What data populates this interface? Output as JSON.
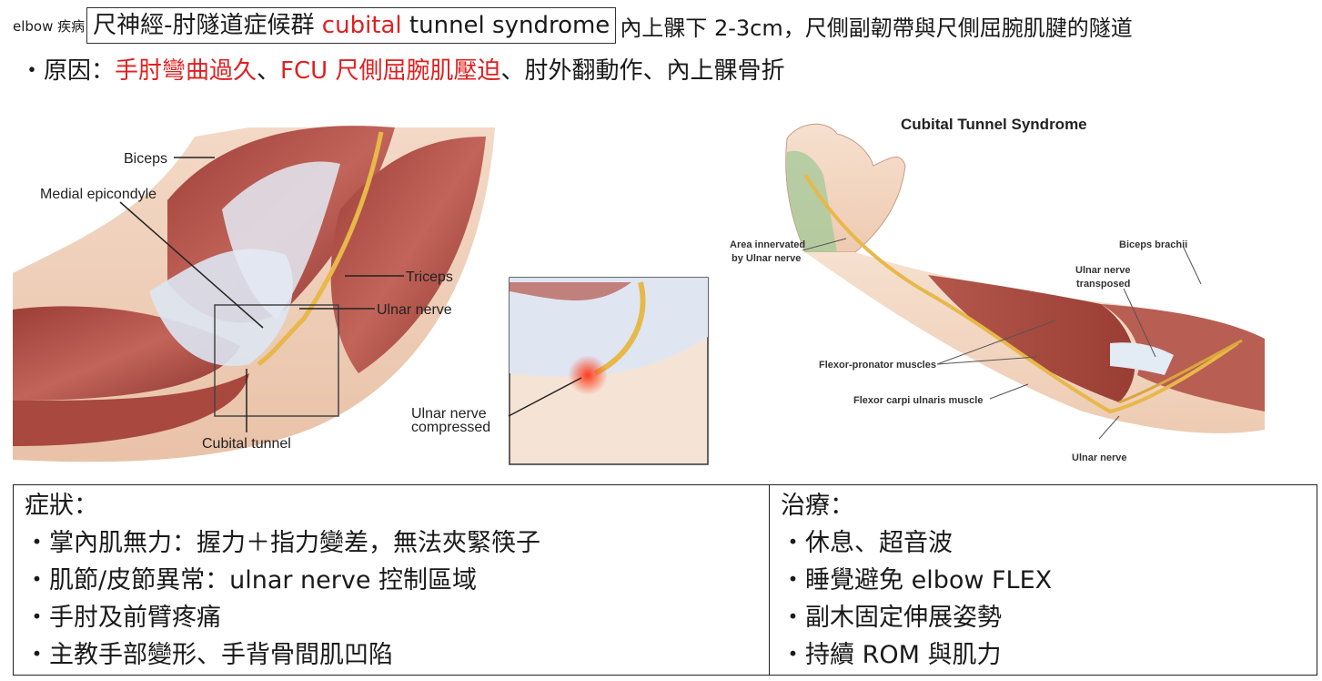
{
  "header": {
    "prefix": "elbow 疾病",
    "title_part1": "尺神經-肘隧道症候群 ",
    "title_red": "cubital",
    "title_part2": " tunnel syndrome",
    "description": "內上髁下 2-3cm，尺側副韌帶與尺側屈腕肌腱的隧道"
  },
  "cause": {
    "bullet": "・原因：",
    "red1": "手肘彎曲過久",
    "sep1": "、",
    "red2": "FCU 尺側屈腕肌壓迫",
    "rest": "、肘外翻動作、內上髁骨折"
  },
  "figure_left": {
    "labels": {
      "biceps": "Biceps",
      "medial_epicondyle": "Medial epicondyle",
      "triceps": "Triceps",
      "ulnar_nerve": "Ulnar nerve",
      "cubital_tunnel": "Cubital tunnel",
      "compressed_line1": "Ulnar nerve",
      "compressed_line2": "compressed"
    }
  },
  "figure_right": {
    "title": "Cubital Tunnel Syndrome",
    "labels": {
      "area_line1": "Area innervated",
      "area_line2": "by Ulnar nerve",
      "biceps_brachii": "Biceps brachii",
      "transposed_line1": "Ulnar nerve",
      "transposed_line2": "transposed",
      "flexor_pronator": "Flexor-pronator muscles",
      "fcu": "Flexor carpi ulnaris muscle",
      "ulnar_nerve": "Ulnar nerve"
    }
  },
  "symptoms": {
    "heading": "症狀：",
    "items": [
      "・掌內肌無力：握力＋指力變差，無法夾緊筷子",
      "・肌節/皮節異常：ulnar nerve 控制區域",
      "・手肘及前臂疼痛",
      "・主教手部變形、手背骨間肌凹陷"
    ]
  },
  "treatment": {
    "heading": "治療：",
    "items": [
      "・休息、超音波",
      "・睡覺避免 elbow FLEX",
      "・副木固定伸展姿勢",
      "・持續 ROM 與肌力"
    ]
  },
  "colors": {
    "accent_red": "#e02020",
    "muscle": "#b5544a",
    "nerve": "#e7b84a",
    "tendon": "#dfe6f2"
  }
}
